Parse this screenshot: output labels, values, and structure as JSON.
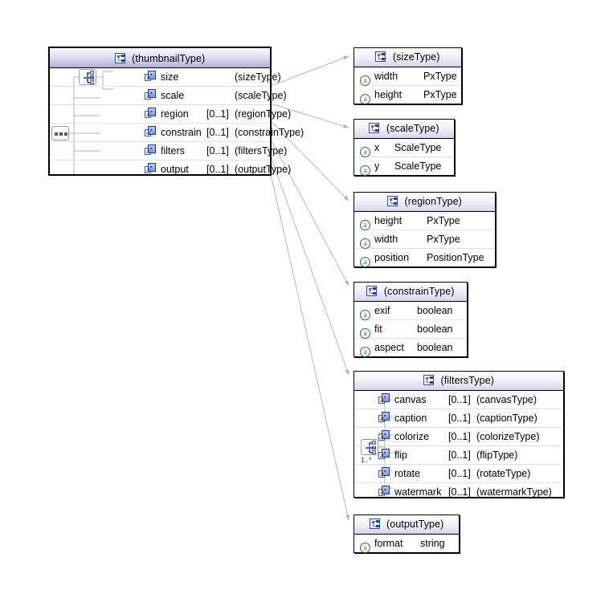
{
  "diagram": {
    "kind": "xml-schema-diagram",
    "background": "#ffffff",
    "colors": {
      "box_border": "#000000",
      "row_separator": "#e2e2e2",
      "connector": "#b6b6b6",
      "element_icon": "#20388a",
      "attribute_icon": "#1e7a32",
      "occurs_label": "#2233aa"
    }
  },
  "root_box": {
    "title": "(thumbnailType)",
    "title_icon": "complex-type-icon",
    "compositor_outer": "sequence-icon",
    "compositor_inner": "sequence-branch-icon",
    "rows": [
      {
        "icon": "element-icon",
        "name": "size",
        "cardinality": "",
        "type": "(sizeType)"
      },
      {
        "icon": "element-icon",
        "name": "scale",
        "cardinality": "",
        "type": "(scaleType)"
      },
      {
        "icon": "element-icon",
        "name": "region",
        "cardinality": "[0..1]",
        "type": "(regionType)"
      },
      {
        "icon": "element-icon",
        "name": "constrain",
        "cardinality": "[0..1]",
        "type": "(constrainType)"
      },
      {
        "icon": "element-icon",
        "name": "filters",
        "cardinality": "[0..1]",
        "type": "(filtersType)"
      },
      {
        "icon": "element-icon",
        "name": "output",
        "cardinality": "[0..1]",
        "type": "(outputType)"
      }
    ]
  },
  "type_boxes": [
    {
      "id": "sizeType",
      "title": "(sizeType)",
      "title_icon": "complex-type-icon",
      "rows": [
        {
          "icon": "attribute-icon",
          "name": "width",
          "cardinality": "",
          "type": "PxType"
        },
        {
          "icon": "attribute-icon",
          "name": "height",
          "cardinality": "",
          "type": "PxType"
        }
      ]
    },
    {
      "id": "scaleType",
      "title": "(scaleType)",
      "title_icon": "complex-type-icon",
      "rows": [
        {
          "icon": "attribute-icon",
          "name": "x",
          "cardinality": "",
          "type": "ScaleType"
        },
        {
          "icon": "attribute-icon",
          "name": "y",
          "cardinality": "",
          "type": "ScaleType"
        }
      ]
    },
    {
      "id": "regionType",
      "title": "(regionType)",
      "title_icon": "complex-type-icon",
      "rows": [
        {
          "icon": "attribute-icon",
          "name": "height",
          "cardinality": "",
          "type": "PxType"
        },
        {
          "icon": "attribute-icon",
          "name": "width",
          "cardinality": "",
          "type": "PxType"
        },
        {
          "icon": "attribute-icon",
          "name": "position",
          "cardinality": "",
          "type": "PositionType"
        }
      ]
    },
    {
      "id": "constrainType",
      "title": "(constrainType)",
      "title_icon": "complex-type-icon",
      "rows": [
        {
          "icon": "attribute-icon",
          "name": "exif",
          "cardinality": "",
          "type": "boolean"
        },
        {
          "icon": "attribute-icon",
          "name": "fit",
          "cardinality": "",
          "type": "boolean"
        },
        {
          "icon": "attribute-icon",
          "name": "aspect",
          "cardinality": "",
          "type": "boolean"
        }
      ]
    },
    {
      "id": "filtersType",
      "title": "(filtersType)",
      "title_icon": "complex-type-icon",
      "compositor": "sequence-branch-icon",
      "occurs": "1..*",
      "rows": [
        {
          "icon": "element-icon",
          "name": "canvas",
          "cardinality": "[0..1]",
          "type": "(canvasType)"
        },
        {
          "icon": "element-icon",
          "name": "caption",
          "cardinality": "[0..1]",
          "type": "(captionType)"
        },
        {
          "icon": "element-icon",
          "name": "colorize",
          "cardinality": "[0..1]",
          "type": "(colorizeType)"
        },
        {
          "icon": "element-icon",
          "name": "flip",
          "cardinality": "[0..1]",
          "type": "(flipType)"
        },
        {
          "icon": "element-icon",
          "name": "rotate",
          "cardinality": "[0..1]",
          "type": "(rotateType)"
        },
        {
          "icon": "element-icon",
          "name": "watermark",
          "cardinality": "[0..1]",
          "type": "(watermarkType)"
        }
      ]
    },
    {
      "id": "outputType",
      "title": "(outputType)",
      "title_icon": "complex-type-icon",
      "rows": [
        {
          "icon": "attribute-icon",
          "name": "format",
          "cardinality": "",
          "type": "string"
        }
      ]
    }
  ]
}
